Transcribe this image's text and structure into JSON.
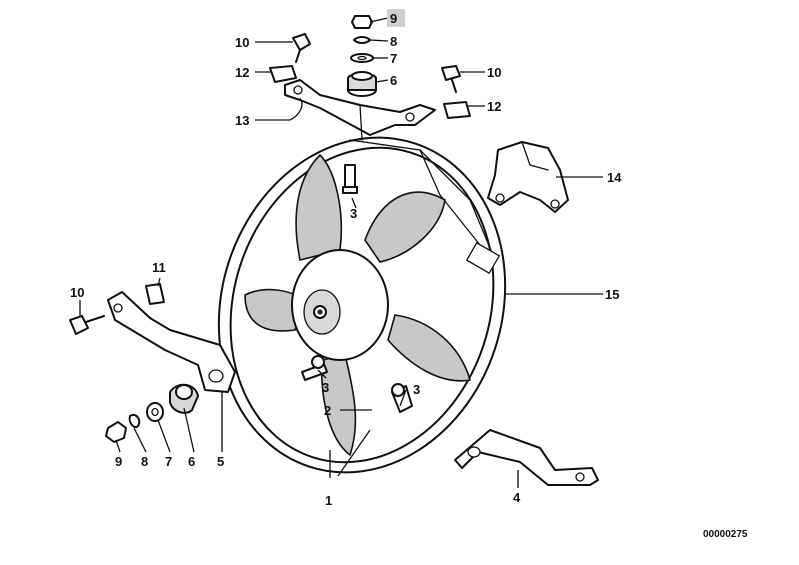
{
  "diagram": {
    "reference_number": "00000275",
    "callouts": {
      "c1": "1",
      "c2": "2",
      "c3a": "3",
      "c3b": "3",
      "c3c": "3",
      "c4": "4",
      "c5": "5",
      "c6a": "6",
      "c6b": "6",
      "c7a": "7",
      "c7b": "7",
      "c8a": "8",
      "c8b": "8",
      "c9a": "9",
      "c9b": "9",
      "c10a": "10",
      "c10b": "10",
      "c10c": "10",
      "c11": "11",
      "c12a": "12",
      "c12b": "12",
      "c13": "13",
      "c14": "14",
      "c15": "15"
    },
    "highlighted_callout": "9",
    "colors": {
      "line": "#111111",
      "blade": "#c8c8c8",
      "highlight": "#cfcfcf",
      "background": "#ffffff"
    }
  }
}
